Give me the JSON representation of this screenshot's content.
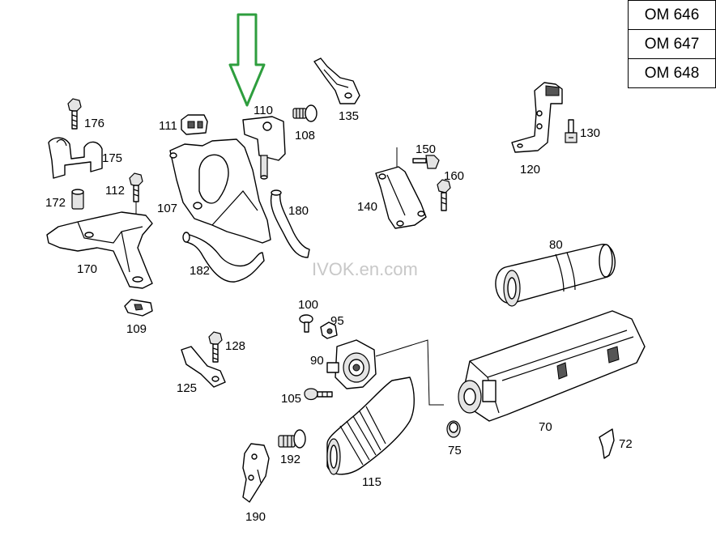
{
  "engine_codes": [
    "OM 646",
    "OM 647",
    "OM 648"
  ],
  "watermark": "IVOK.en.com",
  "arrow_color": "#2e9e3e",
  "labels": {
    "p176": "176",
    "p175": "175",
    "p172": "172",
    "p112": "112",
    "p170": "170",
    "p109": "109",
    "p111": "111",
    "p107": "107",
    "p110": "110",
    "p108": "108",
    "p180": "180",
    "p182": "182",
    "p135": "135",
    "p150": "150",
    "p160": "160",
    "p140": "140",
    "p130": "130",
    "p120": "120",
    "p80": "80",
    "p100": "100",
    "p95": "95",
    "p90": "90",
    "p105": "105",
    "p128": "128",
    "p125": "125",
    "p192": "192",
    "p190": "190",
    "p115": "115",
    "p75": "75",
    "p70": "70",
    "p72": "72"
  }
}
